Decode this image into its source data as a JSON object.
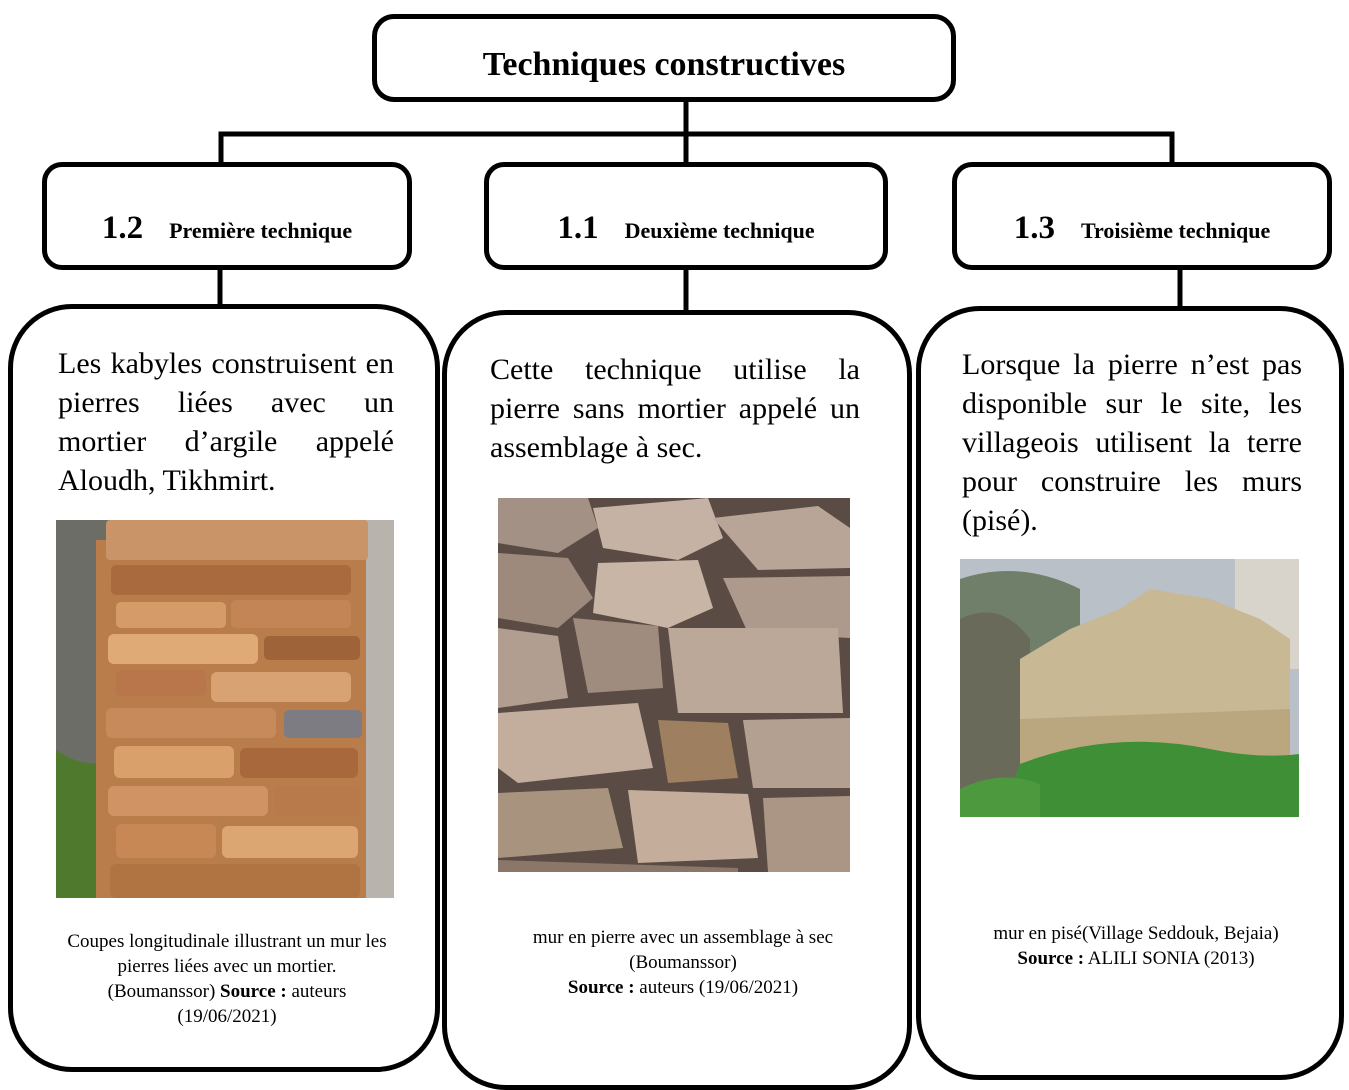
{
  "title": "Techniques constructives",
  "techniques": [
    {
      "number": "1.2",
      "label": "Première technique",
      "description": "Les kabyles construisent en pierres liées avec un mortier d’argile appelé Aloudh, Tikhmirt.",
      "caption_text": "Coupes longitudinale illustrant un mur les pierres liées avec un mortier. (Boumanssor)",
      "source_label": "Source :",
      "source_text": "auteurs (19/06/2021)"
    },
    {
      "number": "1.1",
      "label": "Deuxième technique",
      "description": "Cette technique utilise la pierre sans mortier appelé un assemblage à sec.",
      "caption_text": "mur en pierre avec un assemblage à sec (Boumanssor)",
      "source_label": "Source :",
      "source_text": "auteurs (19/06/2021)"
    },
    {
      "number": "1.3",
      "label": "Troisième technique",
      "description": "Lorsque la pierre n’est pas disponible sur le site, les villageois utilisent la terre pour construire les murs (pisé).",
      "caption_text": "mur en pisé(Village Seddouk, Bejaia)",
      "source_label": "Source :",
      "source_text": "ALILI SONIA (2013)"
    }
  ]
}
